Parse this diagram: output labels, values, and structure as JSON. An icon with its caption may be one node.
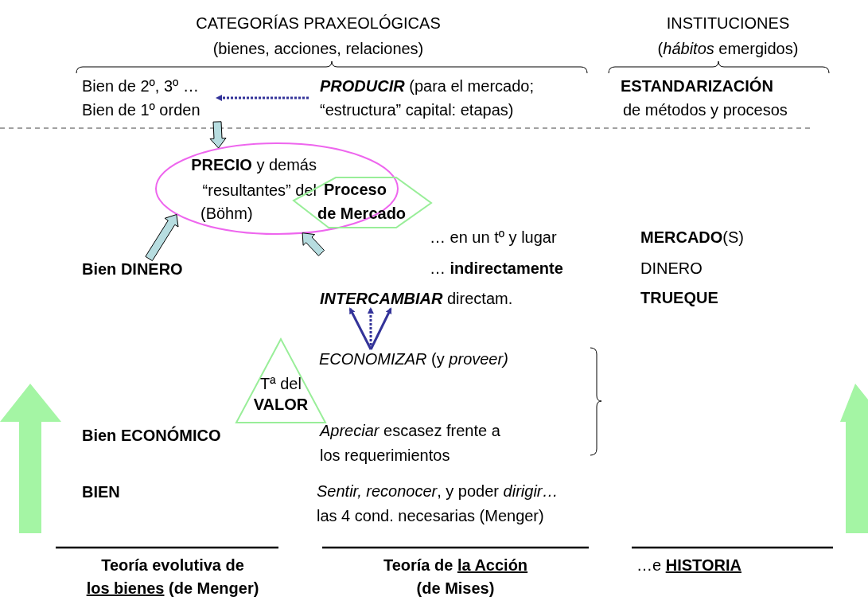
{
  "diagram": {
    "nodes": [
      {
        "text": [
          "Bien de 2º, 3º … Bien de 1º orden"
        ]
      },
      {
        "text": [
          "**PRODUCIR** (para el mercado; “estructura” capital: etapas)"
        ]
      },
      {
        "text": [
          "**PRECIO** y demás “resultantes” del",
          "(Böhm)"
        ]
      },
      {
        "text": [
          "Proceso",
          "de Mercado"
        ]
      },
      {
        "text": [
          "Bien DINERO"
        ]
      },
      {
        "text": [
          "**INTERCAMBIAR** directam."
        ]
      },
      {
        "text": [
          "*ECONOMIZAR* (y *proveer)*"
        ]
      },
      {
        "text": [
          "Tª del",
          "VALOR"
        ]
      }
    ],
    "edges": [
      {
        "from": 1,
        "to": 0,
        "arrow": "to",
        "style": "dashed"
      },
      {
        "from": 0,
        "to": 2,
        "arrow": "to",
        "style": "thick",
        "color": "#b7dde0"
      },
      {
        "from": 4,
        "to": 2,
        "arrow": "to",
        "style": "thick",
        "color": "#b7dde0"
      },
      {
        "from": null,
        "to": 2,
        "arrow": "to",
        "style": "thick",
        "color": "#b7dde0"
      },
      {
        "from": 6,
        "to": 5,
        "arrow": "to"
      },
      {
        "from": 6,
        "to": 5,
        "arrow": "to",
        "style": "dashed"
      },
      {
        "from": 6,
        "to": 5,
        "arrow": "to"
      }
    ],
    "labels": [
      "CATEGORÍAS PRAXEOLÓGICAS",
      "(bienes, acciones, relaciones)",
      "INSTITUCIONES",
      "(*hábitos* emergidos)",
      "ESTANDARIZACIÓN",
      "de métodos y procesos",
      "… en un tº y lugar",
      "**MERCADO**(S)",
      "… **indirectamente**",
      "DINERO",
      "TRUEQUE",
      "Bien ECONÓMICO",
      "*Apreciar* escasez frente a los requerimientos",
      "BIEN",
      "*Sentir, reconocer*, y poder *dirigir…* las 4 cond. necesarias (Menger)",
      "Teoría evolutiva de",
      "los bienes",
      "(de Menger)",
      "Teoría de",
      "la Acción",
      "(de Mises)",
      "…e",
      "HISTORIA"
    ]
  }
}
